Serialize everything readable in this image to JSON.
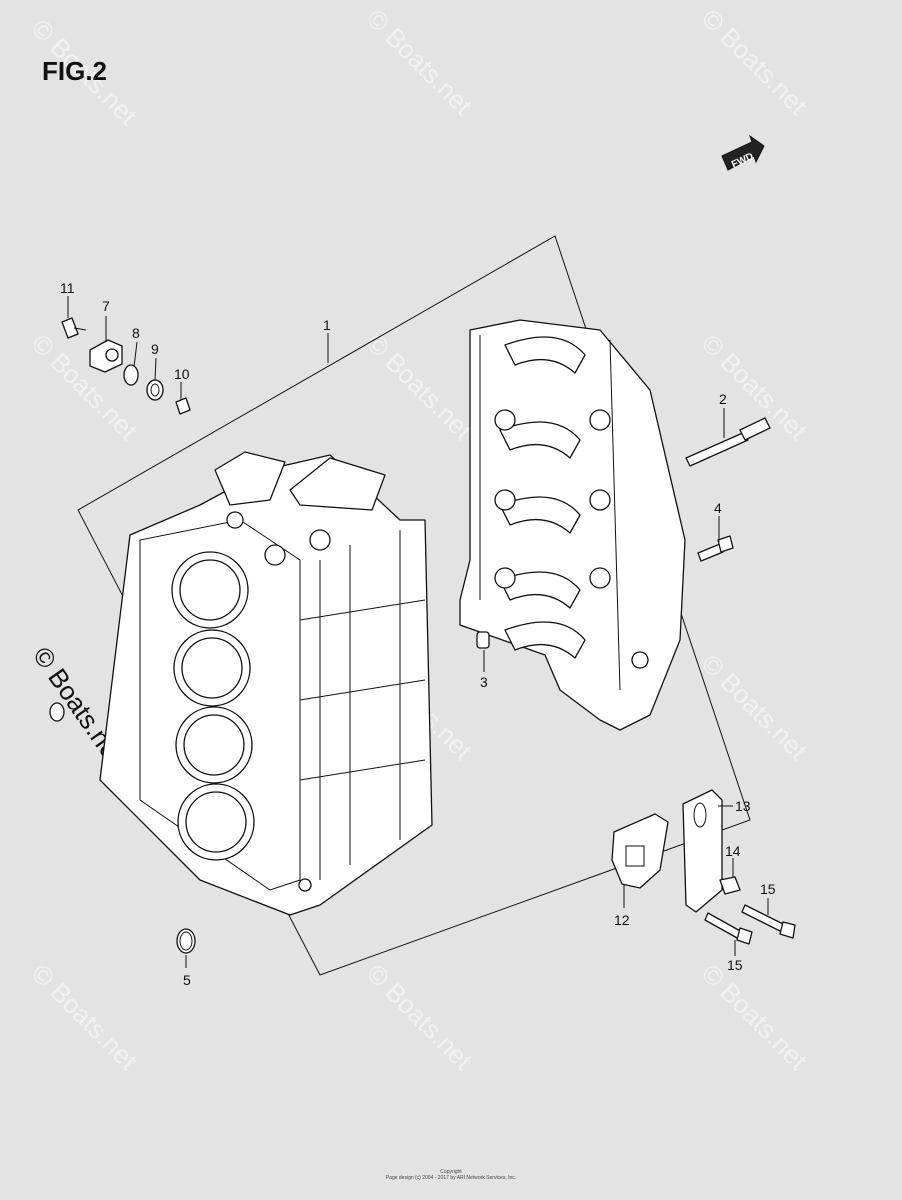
{
  "figure": {
    "title": "FIG.2"
  },
  "fwd_label": "FWD",
  "watermark": "© Boats.net",
  "callouts": [
    {
      "id": "1"
    },
    {
      "id": "2"
    },
    {
      "id": "3"
    },
    {
      "id": "4"
    },
    {
      "id": "5"
    },
    {
      "id": "7"
    },
    {
      "id": "8"
    },
    {
      "id": "9"
    },
    {
      "id": "10"
    },
    {
      "id": "11"
    },
    {
      "id": "12"
    },
    {
      "id": "13"
    },
    {
      "id": "14"
    },
    {
      "id": "15"
    },
    {
      "id": "15"
    }
  ],
  "footer": {
    "line1": "Copyright",
    "line2": "Page design (c) 2004 - 2017 by ARI Network Services, Inc."
  }
}
